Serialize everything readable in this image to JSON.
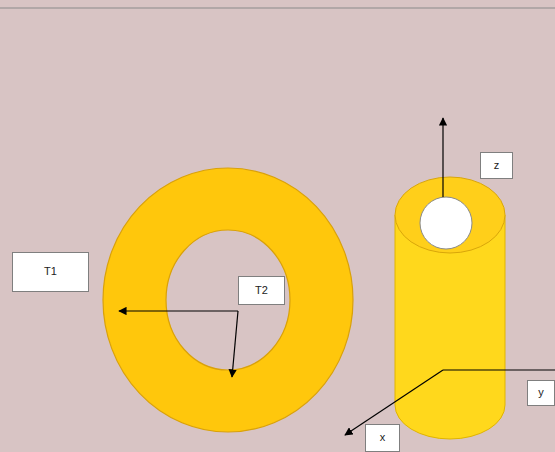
{
  "diagram": {
    "nodes": [
      {
        "text": [
          "z"
        ]
      },
      {
        "text": [
          "T1"
        ]
      },
      {
        "text": [
          "T2"
        ]
      },
      {
        "text": [
          "y"
        ]
      },
      {
        "text": [
          "x"
        ]
      }
    ]
  }
}
